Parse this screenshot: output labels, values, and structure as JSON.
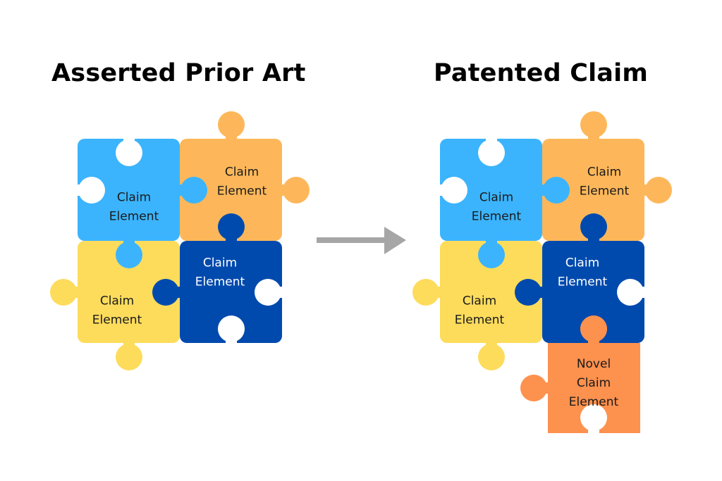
{
  "titles": {
    "left": "Asserted Prior Art",
    "right": "Patented Claim"
  },
  "colors": {
    "light_blue": "#3bb4fd",
    "orange_light": "#fdb75a",
    "yellow": "#fddc5c",
    "dark_blue": "#004aad",
    "orange_novel": "#fd914e",
    "arrow": "#a6a6a6",
    "text_dark": "#1a1a1a",
    "text_light": "#ffffff"
  },
  "left_group": {
    "pieces": [
      {
        "id": "tl",
        "lines": [
          "Claim",
          "Element"
        ]
      },
      {
        "id": "tr",
        "lines": [
          "Claim",
          "Element"
        ]
      },
      {
        "id": "bl",
        "lines": [
          "Claim",
          "Element"
        ]
      },
      {
        "id": "br",
        "lines": [
          "Claim",
          "Element"
        ]
      }
    ]
  },
  "right_group": {
    "pieces": [
      {
        "id": "tl",
        "lines": [
          "Claim",
          "Element"
        ]
      },
      {
        "id": "tr",
        "lines": [
          "Claim",
          "Element"
        ]
      },
      {
        "id": "bl",
        "lines": [
          "Claim",
          "Element"
        ]
      },
      {
        "id": "br",
        "lines": [
          "Claim",
          "Element"
        ]
      },
      {
        "id": "novel",
        "lines": [
          "Novel",
          "Claim",
          "Element"
        ]
      }
    ]
  },
  "arrow": {
    "direction": "right",
    "icon": "arrow-right-icon"
  }
}
